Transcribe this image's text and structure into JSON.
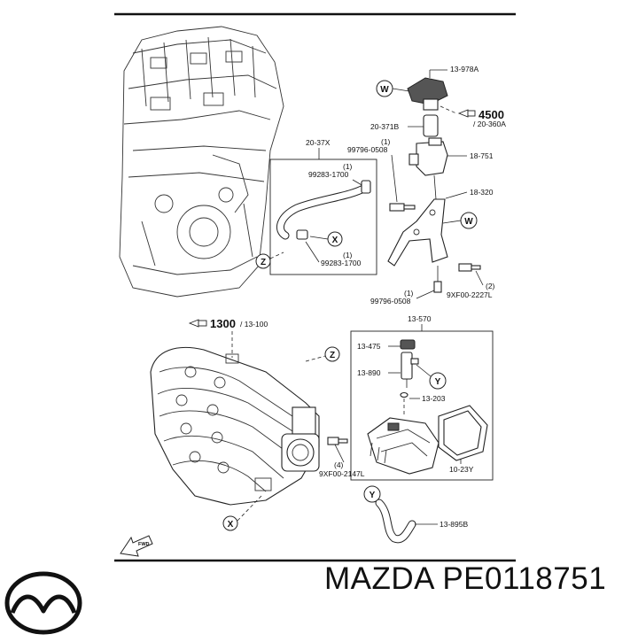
{
  "diagram": {
    "labels": {
      "p13_978A": "13-978A",
      "p4500": "4500",
      "p20_360A": "/ 20-360A",
      "p20_371B": "20-371B",
      "q1a": "(1)",
      "p99796_0508_a": "99796-0508",
      "p18_751": "18-751",
      "p20_37X": "20-37X",
      "q1b": "(1)",
      "p99283_1700_a": "99283-1700",
      "p18_320": "18-320",
      "q1c": "(1)",
      "p99283_1700_b": "99283-1700",
      "q2": "(2)",
      "p9XF00_2227L": "9XF00-2227L",
      "q1d": "(1)",
      "p99796_0508_b": "99796-0508",
      "p1300": "1300",
      "p13_100": "/ 13-100",
      "p13_570": "13-570",
      "p13_475": "13-475",
      "p13_890": "13-890",
      "p13_203": "13-203",
      "q4": "(4)",
      "p9XF00_2147L": "9XF00-2147L",
      "p10_23Y": "10-23Y",
      "p13_895B": "13-895B",
      "fwd": "FWD"
    },
    "callouts": {
      "W": "W",
      "X": "X",
      "Y": "Y",
      "Z": "Z"
    }
  },
  "footer": {
    "brand": "MAZDA",
    "part_number": "PE0118751",
    "logo": "mazda-logo"
  }
}
